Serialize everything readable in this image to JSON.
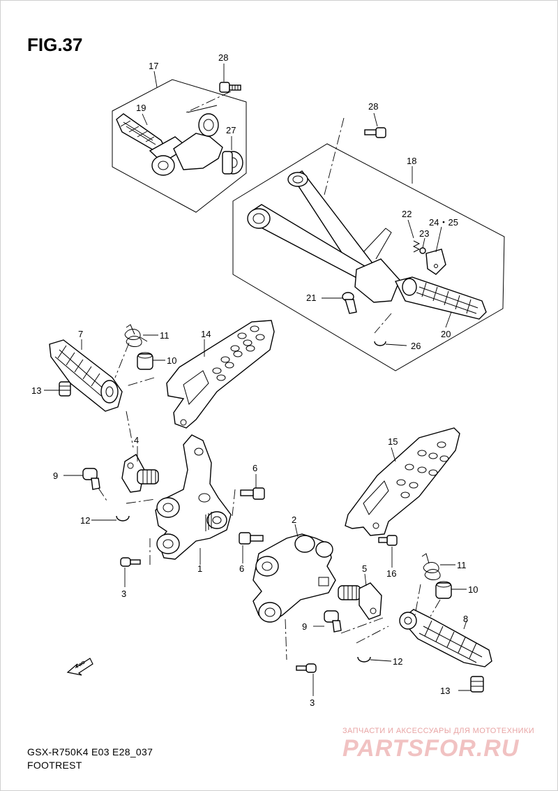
{
  "figure_title": "FIG.37",
  "model_code": "GSX-R750K4 E03 E28_037",
  "section_name": "FOOTREST",
  "fwd_marker": "FWD",
  "watermark": {
    "tagline": "ЗАПЧАСТИ И АКСЕССУАРЫ ДЛЯ МОТОТЕХНИКИ",
    "logo": "PARTSFOR.RU"
  },
  "callouts": {
    "c1": "1",
    "c2": "2",
    "c3a": "3",
    "c3b": "3",
    "c4": "4",
    "c5": "5",
    "c6a": "6",
    "c6b": "6",
    "c7": "7",
    "c8": "8",
    "c9a": "9",
    "c9b": "9",
    "c10a": "10",
    "c10b": "10",
    "c11a": "11",
    "c11b": "11",
    "c12a": "12",
    "c12b": "12",
    "c13a": "13",
    "c13b": "13",
    "c14": "14",
    "c15": "15",
    "c16": "16",
    "c17": "17",
    "c18": "18",
    "c19": "19",
    "c20": "20",
    "c21": "21",
    "c22": "22",
    "c23": "23",
    "c24_25": "24・25",
    "c26": "26",
    "c27": "27",
    "c28a": "28",
    "c28b": "28"
  }
}
